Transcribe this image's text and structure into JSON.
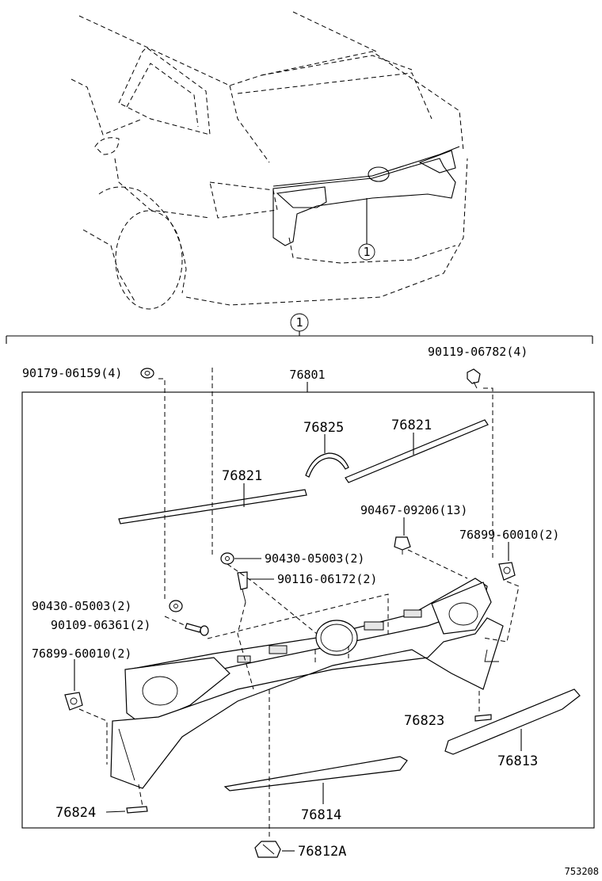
{
  "callout_marker": "1",
  "assembly_marker": "1",
  "reference_number": "753208",
  "labels": {
    "p90179": "90179-06159(4)",
    "p76801": "76801",
    "p90119": "90119-06782(4)",
    "p76825": "76825",
    "p76821_right": "76821",
    "p76821_left": "76821",
    "p90467": "90467-09206(13)",
    "p76899_right": "76899-60010(2)",
    "p90430_upper": "90430-05003(2)",
    "p90116": "90116-06172(2)",
    "p90430_lower": "90430-05003(2)",
    "p90109": "90109-06361(2)",
    "p76899_left": "76899-60010(2)",
    "p76823": "76823",
    "p76813": "76813",
    "p76824": "76824",
    "p76814": "76814",
    "p76812A": "76812A"
  }
}
